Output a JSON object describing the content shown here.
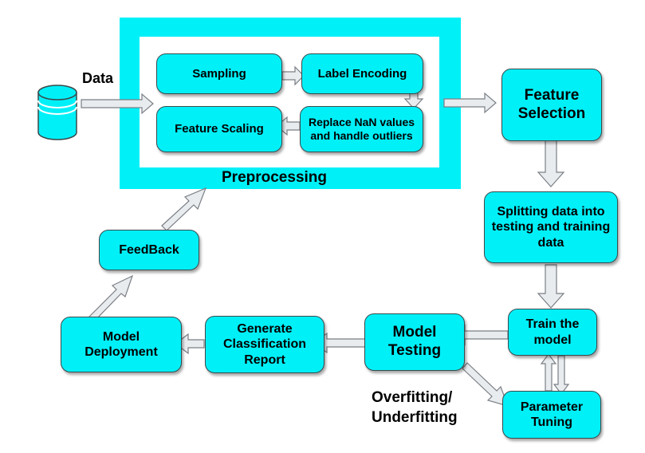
{
  "nodes": {
    "data_label": "Data",
    "sampling": "Sampling",
    "label_encoding": "Label Encoding",
    "replace_nan": "Replace NaN values and handle outliers",
    "feature_scaling": "Feature Scaling",
    "preprocessing": "Preprocessing",
    "feature_selection": "Feature Selection",
    "splitting": "Splitting data into testing and training data",
    "train_model": "Train the model",
    "parameter_tuning": "Parameter Tuning",
    "model_testing": "Model Testing",
    "overfitting": "Overfitting/ Underfitting",
    "classification_report": "Generate Classification Report",
    "model_deployment": "Model Deployment",
    "feedback": "FeedBack"
  },
  "colors": {
    "box_fill": "#00f0f8",
    "arrow_fill": "#e9ecef",
    "arrow_stroke": "#7a7f85"
  },
  "icons": {
    "data_source": "database-icon"
  }
}
